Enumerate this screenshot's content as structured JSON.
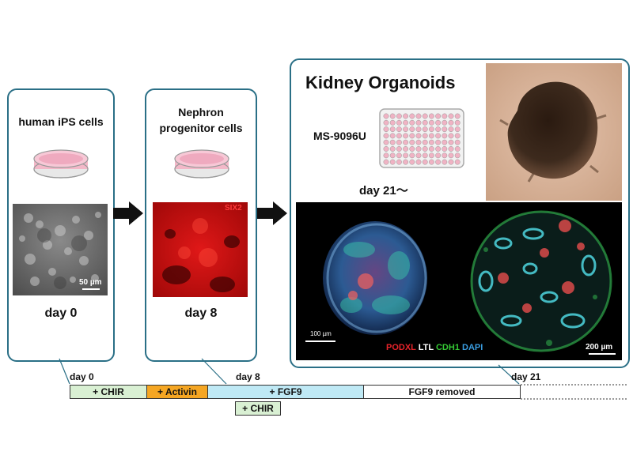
{
  "panel1": {
    "title": "human iPS cells",
    "day": "day 0",
    "scalebar": "50 µm"
  },
  "panel2": {
    "title_line1": "Nephron",
    "title_line2": "progenitor cells",
    "day": "day 8",
    "stain": "SIX2"
  },
  "panel3": {
    "title": "Kidney Organoids",
    "plate_label": "MS-9096U",
    "day": "day 21〜",
    "scalebar_left": "100 µm",
    "scalebar_right": "200 µm",
    "markers": [
      "PODXL",
      "LTL",
      "CDH1",
      "DAPI"
    ]
  },
  "timeline": {
    "day_labels": [
      "day 0",
      "day 8",
      "day 21"
    ],
    "segments": [
      "+ CHIR",
      "+ Activin",
      "+ FGF9",
      "FGF9 removed"
    ],
    "sub_segment": "+ CHIR"
  },
  "colors": {
    "panel_border": "#2a6f86",
    "chir": "#d9f0d3",
    "activin": "#f5a623",
    "fgf9": "#bfe9f5",
    "six2_red": "#d41010",
    "PODXL": "#e8232a",
    "LTL": "#ffffff",
    "CDH1": "#34c934",
    "DAPI": "#3a9de0"
  }
}
